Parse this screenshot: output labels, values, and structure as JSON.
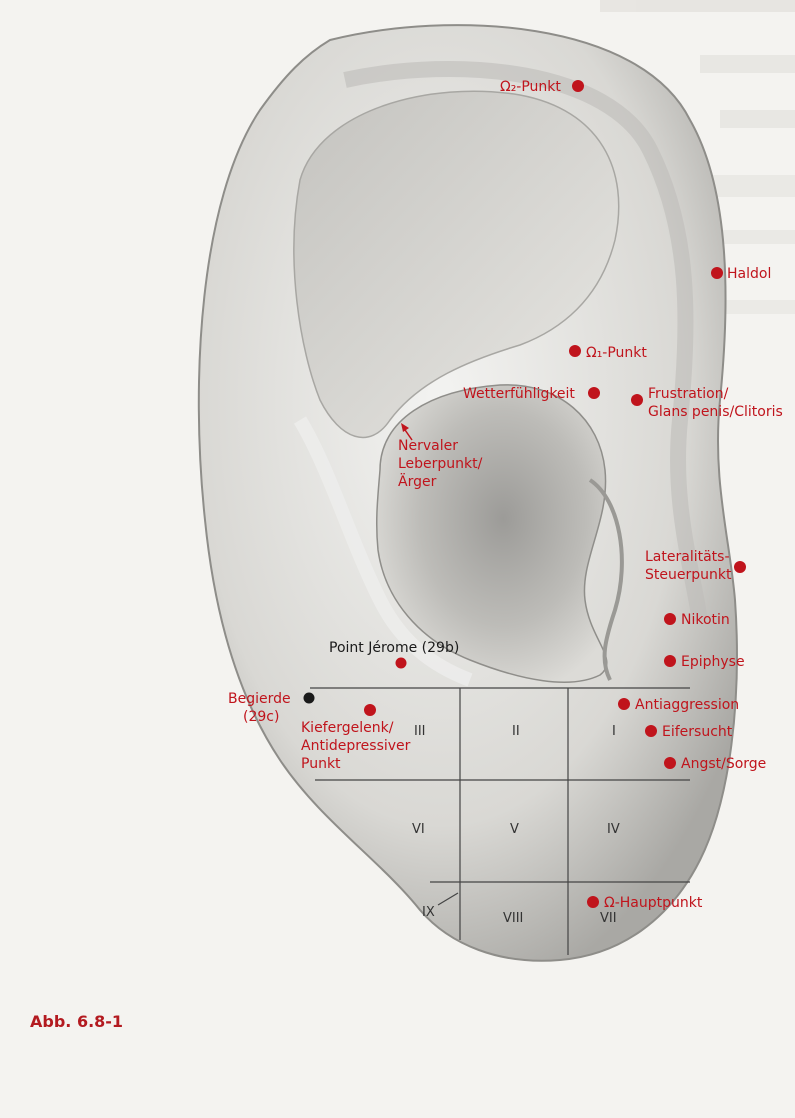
{
  "caption": "Abb. 6.8-1",
  "colors": {
    "point_red": "#c0141c",
    "point_black": "#111111",
    "label_red": "#c0141c",
    "caption": "#b31a20"
  },
  "points": [
    {
      "id": "omega2",
      "lines": [
        "Ω₂-Punkt"
      ],
      "color": "red"
    },
    {
      "id": "haldol",
      "lines": [
        "Haldol"
      ],
      "color": "red"
    },
    {
      "id": "omega1",
      "lines": [
        "Ω₁-Punkt"
      ],
      "color": "red"
    },
    {
      "id": "wetter",
      "lines": [
        "Wetterfühligkeit"
      ],
      "color": "red"
    },
    {
      "id": "frustration",
      "lines": [
        "Frustration/",
        "Glans penis/Clitoris"
      ],
      "color": "red"
    },
    {
      "id": "nervaler",
      "lines": [
        "Nervaler",
        "Leberpunkt/",
        "Ärger"
      ],
      "color": "red"
    },
    {
      "id": "lateral",
      "lines": [
        "Lateralitäts-",
        "Steuerpunkt"
      ],
      "color": "red"
    },
    {
      "id": "nikotin",
      "lines": [
        "Nikotin"
      ],
      "color": "red"
    },
    {
      "id": "epiphyse",
      "lines": [
        "Epiphyse"
      ],
      "color": "red"
    },
    {
      "id": "jerome",
      "lines": [
        "Point Jérome (29b)"
      ],
      "color": "black"
    },
    {
      "id": "begierde",
      "lines": [
        "Begierde",
        "(29c)"
      ],
      "color": "black"
    },
    {
      "id": "kiefer",
      "lines": [
        "Kiefergelenk/",
        "Antidepressiver",
        "Punkt"
      ],
      "color": "red"
    },
    {
      "id": "antiagg",
      "lines": [
        "Antiaggression"
      ],
      "color": "red"
    },
    {
      "id": "eifersucht",
      "lines": [
        "Eifersucht"
      ],
      "color": "red"
    },
    {
      "id": "angst",
      "lines": [
        "Angst/Sorge"
      ],
      "color": "red"
    },
    {
      "id": "omegahaupt",
      "lines": [
        "Ω-Hauptpunkt"
      ],
      "color": "red"
    }
  ],
  "zones": [
    "I",
    "II",
    "III",
    "IV",
    "V",
    "VI",
    "VII",
    "VIII",
    "IX"
  ]
}
